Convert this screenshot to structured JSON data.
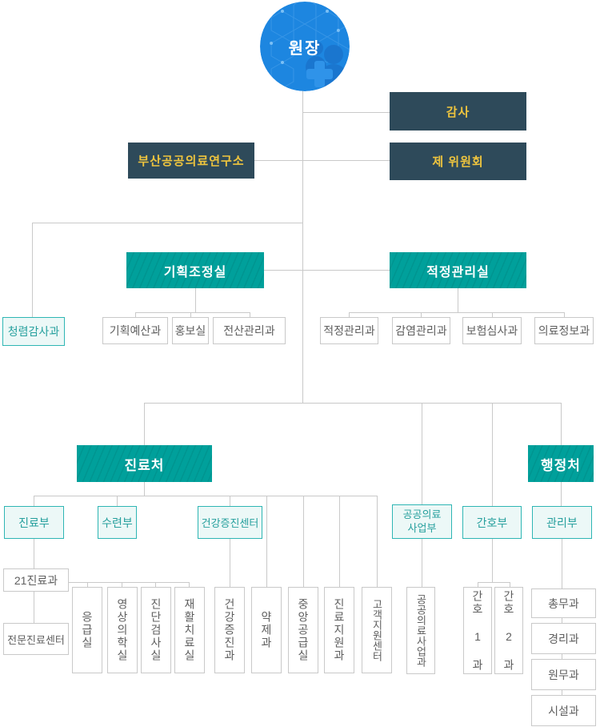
{
  "root": {
    "label": "원장"
  },
  "staff": {
    "audit": "감사",
    "committees": "제 위원회",
    "research": "부산공공의료연구소",
    "integrity": "청렴감사과"
  },
  "offices": {
    "planning": "기획조정실",
    "adequacy": "적정관리실"
  },
  "planning_depts": [
    "기획예산과",
    "홍보실",
    "전산관리과"
  ],
  "adequacy_depts": [
    "적정관리과",
    "감염관리과",
    "보험심사과",
    "의료정보과"
  ],
  "headquarters": {
    "medical": "진료처",
    "admin": "행정처"
  },
  "divisions": {
    "medical": "진료부",
    "training": "수련부",
    "health_center": "건강증진센터",
    "public_line1": "공공의료",
    "public_line2": "사업부",
    "nursing": "간호부",
    "management": "관리부"
  },
  "medical_depts": [
    "21진료과",
    "전문진료센터"
  ],
  "unit_depts": [
    "응급실",
    "영상의학실",
    "진단검사실",
    "재활치료실",
    "건강증진과",
    "약제과",
    "중앙공급실",
    "진료지원과",
    "고객지원센터",
    "공공의료사업과",
    "간호 1 과",
    "간호 2 과"
  ],
  "management_depts": [
    "총무과",
    "경리과",
    "원무과",
    "시설과"
  ],
  "colors": {
    "primary_blue": "#1d86e0",
    "teal": "#00a09b",
    "dark_navy": "#2e4a5a",
    "accent_yellow": "#eec43e",
    "light_teal_bg": "#ecf8f7",
    "teal_border": "#2fb6b4",
    "line_gray": "#c9c9c9"
  }
}
